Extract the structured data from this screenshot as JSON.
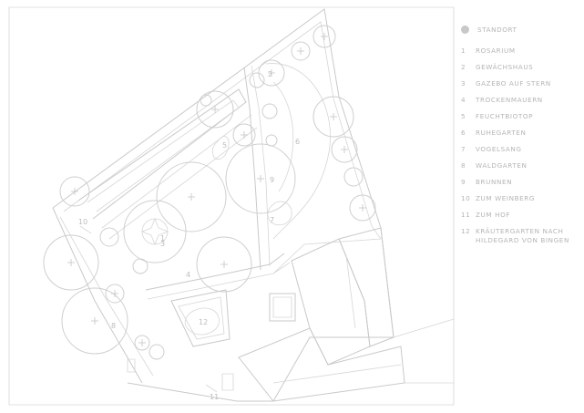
{
  "legend": {
    "standort": "STANDORT",
    "items": [
      {
        "num": "1",
        "label": "ROSARIUM"
      },
      {
        "num": "2",
        "label": "GEWÄCHSHAUS"
      },
      {
        "num": "3",
        "label": "GAZEBO AUF STERN"
      },
      {
        "num": "4",
        "label": "TROCKENMAUERN"
      },
      {
        "num": "5",
        "label": "FEUCHTBIOTOP"
      },
      {
        "num": "6",
        "label": "RUHEGARTEN"
      },
      {
        "num": "7",
        "label": "VOGELSANG"
      },
      {
        "num": "8",
        "label": "WALDGARTEN"
      },
      {
        "num": "9",
        "label": "BRUNNEN"
      },
      {
        "num": "10",
        "label": "ZUM WEINBERG"
      },
      {
        "num": "11",
        "label": "ZUM HOF"
      },
      {
        "num": "12",
        "label": "KRÄUTERGARTEN NACH",
        "label2": "HILDEGARD VON BINGEN"
      }
    ]
  },
  "map_labels": {
    "n1": "1",
    "n2": "2",
    "n3": "3",
    "n4": "4",
    "n5": "5",
    "n6": "6",
    "n7": "7",
    "n8": "8",
    "n9": "9",
    "n10": "10",
    "n11": "11",
    "n12": "12"
  }
}
